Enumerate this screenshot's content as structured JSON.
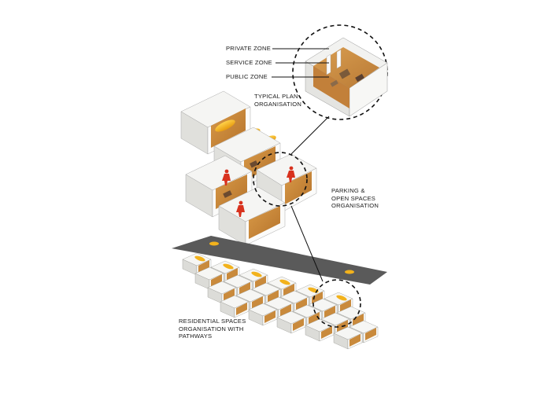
{
  "labels": {
    "private_zone": "PRIVATE ZONE",
    "service_zone": "SERVICE ZONE",
    "public_zone": "PUBLIC ZONE",
    "typical_plan": [
      "TYPICAL PLAN",
      "ORGANISATION"
    ],
    "parking": [
      "PARKING &",
      "OPEN SPACES",
      "ORGANISATION"
    ],
    "residential": [
      "RESIDENTIAL SPACES",
      "ORGANISATION WITH",
      "PATHWAYS"
    ]
  },
  "colors": {
    "wall_white": "#f4f4f2",
    "wall_shade": "#d8d8d4",
    "floor_wood": "#c98a3c",
    "car_yellow": "#f2b21c",
    "figure_red": "#d8321e",
    "road_grey": "#5a5a5a",
    "line_black": "#111111"
  }
}
